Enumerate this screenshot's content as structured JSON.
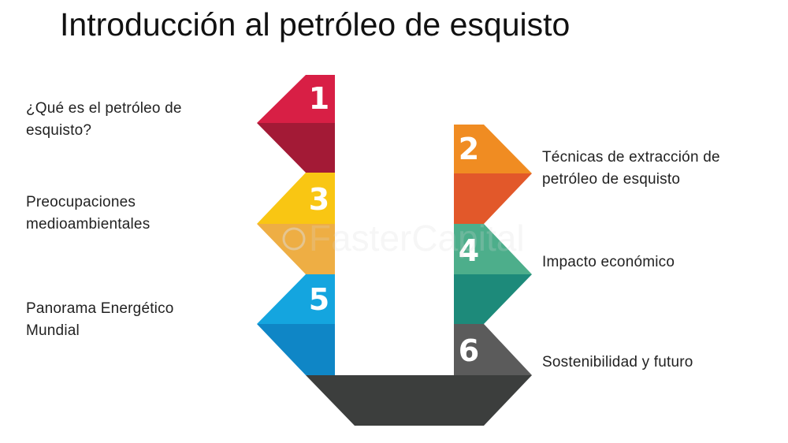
{
  "title": "Introducción al petróleo de esquisto",
  "watermark": "FasterCapital",
  "steps": [
    {
      "number": "1",
      "label": "¿Qué es el petróleo de\nesquisto?",
      "color_top": "#d81f45",
      "color_bottom": "#a31a36"
    },
    {
      "number": "2",
      "label": "Técnicas de extracción de\npetróleo de esquisto",
      "color_top": "#f08c22",
      "color_bottom": "#e2582a"
    },
    {
      "number": "3",
      "label": "Preocupaciones\nmedioambientales",
      "color_top": "#f9c613",
      "color_bottom": "#eeae44"
    },
    {
      "number": "4",
      "label": "Impacto económico",
      "color_top": "#4dae8b",
      "color_bottom": "#1d8a7a"
    },
    {
      "number": "5",
      "label": "Panorama Energético\nMundial",
      "color_top": "#14a5df",
      "color_bottom": "#0f86c6"
    },
    {
      "number": "6",
      "label": "Sostenibilidad y futuro",
      "color_top": "#5b5b5b",
      "color_bottom": "#3d3d3d"
    }
  ],
  "base_color": "#3c3e3d"
}
